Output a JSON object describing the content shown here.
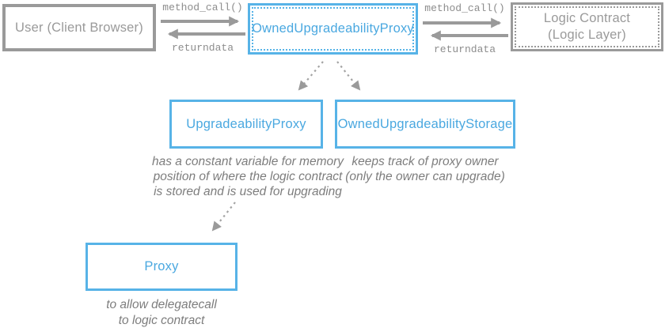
{
  "diagram": {
    "title": "OwnedUpgradeabilityProxy pattern diagram",
    "nodes": {
      "user": {
        "label": "User (Client Browser)"
      },
      "owned_proxy": {
        "label": "OwnedUpgradeabilityProxy"
      },
      "logic": {
        "label_line1": "Logic Contract",
        "label_line2": "(Logic Layer)"
      },
      "upgradeability_proxy": {
        "label": "UpgradeabilityProxy"
      },
      "owned_storage": {
        "label": "OwnedUpgradeabilityStorage"
      },
      "proxy": {
        "label": "Proxy"
      }
    },
    "edges": {
      "user_to_proxy_call": "method_call()",
      "proxy_to_user_return": "returndata",
      "proxy_to_logic_call": "method_call()",
      "logic_to_proxy_return": "returndata"
    },
    "captions": {
      "upgradeability_proxy": [
        "has a constant variable for memory",
        "position of where the logic contract",
        "is stored and is used for upgrading"
      ],
      "owned_storage": [
        "keeps track of proxy owner",
        "(only the owner can upgrade)"
      ],
      "proxy": [
        "to allow delegatecall",
        "to logic contract"
      ]
    },
    "colors": {
      "blue_accent": "#57b3e7",
      "gray_border": "#9a9a9a",
      "mono_label_gray": "#8d8d8d",
      "caption_gray": "#7d7d7d"
    }
  }
}
